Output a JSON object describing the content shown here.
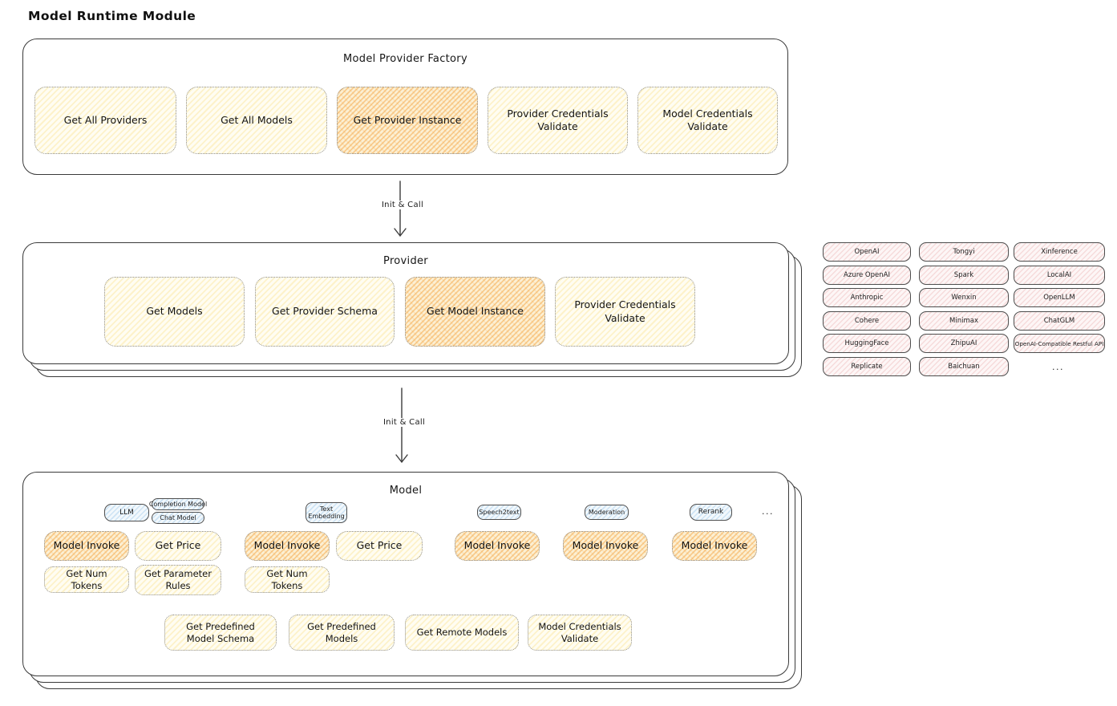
{
  "page_title": "Model Runtime Module",
  "arrows": [
    {
      "label": "Init & Call"
    },
    {
      "label": "Init & Call"
    }
  ],
  "factory": {
    "title": "Model Provider Factory",
    "buttons": [
      {
        "label": "Get All Providers",
        "highlight": false
      },
      {
        "label": "Get All Models",
        "highlight": false
      },
      {
        "label": "Get Provider Instance",
        "highlight": true
      },
      {
        "label": "Provider Credentials Validate",
        "highlight": false
      },
      {
        "label": "Model Credentials Validate",
        "highlight": false
      }
    ]
  },
  "provider": {
    "title": "Provider",
    "buttons": [
      {
        "label": "Get Models",
        "highlight": false
      },
      {
        "label": "Get Provider Schema",
        "highlight": false
      },
      {
        "label": "Get Model Instance",
        "highlight": true
      },
      {
        "label": "Provider Credentials Validate",
        "highlight": false
      }
    ]
  },
  "providers_grid": {
    "items": [
      "OpenAI",
      "Tongyi",
      "Xinference",
      "Azure OpenAI",
      "Spark",
      "LocalAI",
      "Anthropic",
      "Wenxin",
      "OpenLLM",
      "Cohere",
      "Minimax",
      "ChatGLM",
      "HuggingFace",
      "ZhipuAI",
      "OpenAI-Compatible Restful API",
      "Replicate",
      "Baichuan"
    ],
    "more_label": "..."
  },
  "model": {
    "title": "Model",
    "groups": [
      {
        "tags": [
          "LLM",
          "Completion Model",
          "Chat Model"
        ],
        "ops": [
          "Model Invoke",
          "Get Price",
          "Get Num Tokens",
          "Get Parameter Rules"
        ]
      },
      {
        "tags": [
          "Text Embedding"
        ],
        "ops": [
          "Model Invoke",
          "Get Price",
          "Get Num Tokens"
        ]
      },
      {
        "tags": [
          "Speech2text"
        ],
        "ops": [
          "Model Invoke"
        ]
      },
      {
        "tags": [
          "Moderation"
        ],
        "ops": [
          "Model Invoke"
        ]
      },
      {
        "tags": [
          "Rerank"
        ],
        "ops": [
          "Model Invoke"
        ]
      }
    ],
    "more_label": "...",
    "shared_ops": [
      "Get Predefined Model Schema",
      "Get Predefined Models",
      "Get Remote Models",
      "Model Credentials Validate"
    ]
  },
  "colors": {
    "stroke": "#3a3a3a",
    "button_border": "#8f8f8f",
    "yellow_fill": "#fffdf2",
    "yellow_hatch": "#fadb78",
    "orange_hatch": "#f4a646",
    "pink_fill": "#fdf6f6",
    "pink_hatch": "#e49494",
    "blue_fill": "#f2f8fc",
    "blue_hatch": "#78b2e2"
  }
}
